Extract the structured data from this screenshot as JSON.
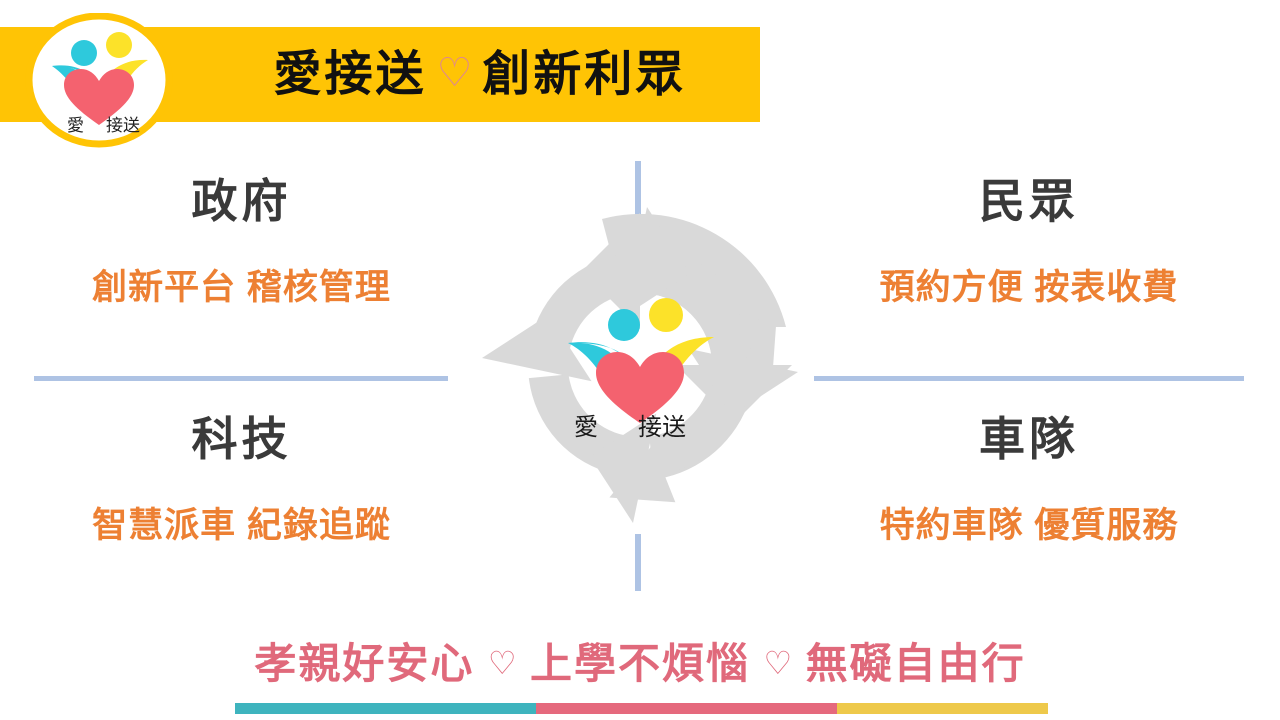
{
  "header": {
    "title_left": "愛接送",
    "heart_icon": "♡",
    "title_right": "創新利眾"
  },
  "logo": {
    "text_left": "愛",
    "text_right": "接送",
    "colors": {
      "ring": "#FFC405",
      "person_cyan": "#2EC9DC",
      "person_yellow": "#FCE229",
      "heart": "#F4626F"
    }
  },
  "quadrants": [
    {
      "id": "government",
      "heading": "政府",
      "sub": "創新平台 稽核管理"
    },
    {
      "id": "public",
      "heading": "民眾",
      "sub": "預約方便 按表收費"
    },
    {
      "id": "technology",
      "heading": "科技",
      "sub": "智慧派車 紀錄追蹤"
    },
    {
      "id": "fleet",
      "heading": "車隊",
      "sub": "特約車隊 優質服務"
    }
  ],
  "center": {
    "cycle_icon": "circular-arrows",
    "logo_text_left": "愛",
    "logo_text_right": "接送",
    "arrow_color": "#D9D9D9"
  },
  "tagline": {
    "part1": "孝親好安心",
    "heart1": "♡",
    "part2": "上學不煩惱",
    "heart2": "♡",
    "part3": "無礙自由行"
  },
  "footer_bar": {
    "segments": [
      {
        "name": "teal",
        "color": "#3EB4BE",
        "width_pct": 37
      },
      {
        "name": "pink",
        "color": "#E5697D",
        "width_pct": 37
      },
      {
        "name": "yellow",
        "color": "#EEC94B",
        "width_pct": 26
      }
    ]
  },
  "theme": {
    "banner_yellow": "#FFC405",
    "heading_gray": "#3A3A3A",
    "accent_orange": "#ED8033",
    "divider_blue": "#AEC3E4",
    "tagline_pink": "#E0697B",
    "header_heart_pink": "#DE8692"
  }
}
